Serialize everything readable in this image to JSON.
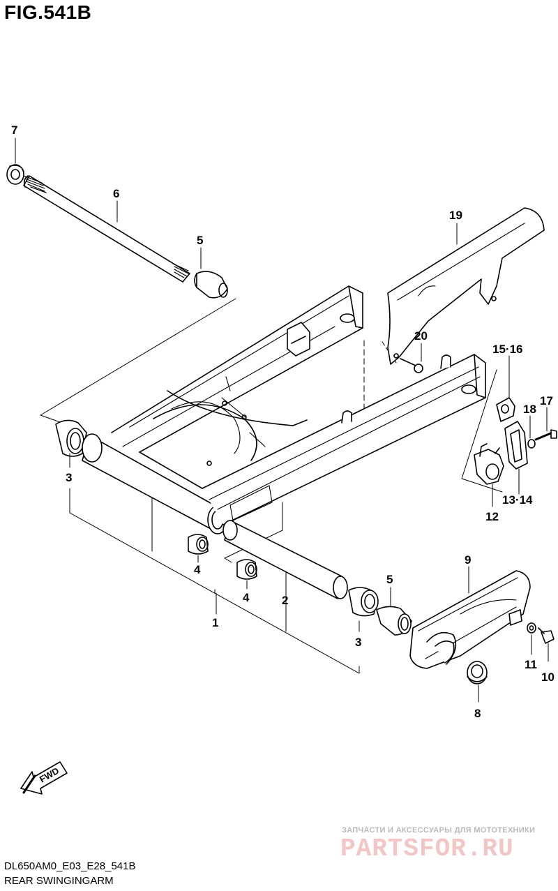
{
  "figure": {
    "title": "FIG.541B",
    "code": "DL650AM0_E03_E28_541B",
    "caption": "REAR SWINGINGARM"
  },
  "callouts": {
    "c1": "1",
    "c2": "2",
    "c3a": "3",
    "c3b": "3",
    "c4a": "4",
    "c4b": "4",
    "c5a": "5",
    "c5b": "5",
    "c6": "6",
    "c7": "7",
    "c8": "8",
    "c9": "9",
    "c10": "10",
    "c11": "11",
    "c12": "12",
    "c13_14": "13·14",
    "c15_16": "15·16",
    "c17": "17",
    "c18": "18",
    "c19": "19",
    "c20": "20"
  },
  "fwd_label": "FWD",
  "watermark": {
    "tagline": "ЗАПЧАСТИ И АКСЕССУАРЫ ДЛЯ МОТОТЕХНИКИ",
    "brand": "PARTSFOR.RU"
  }
}
